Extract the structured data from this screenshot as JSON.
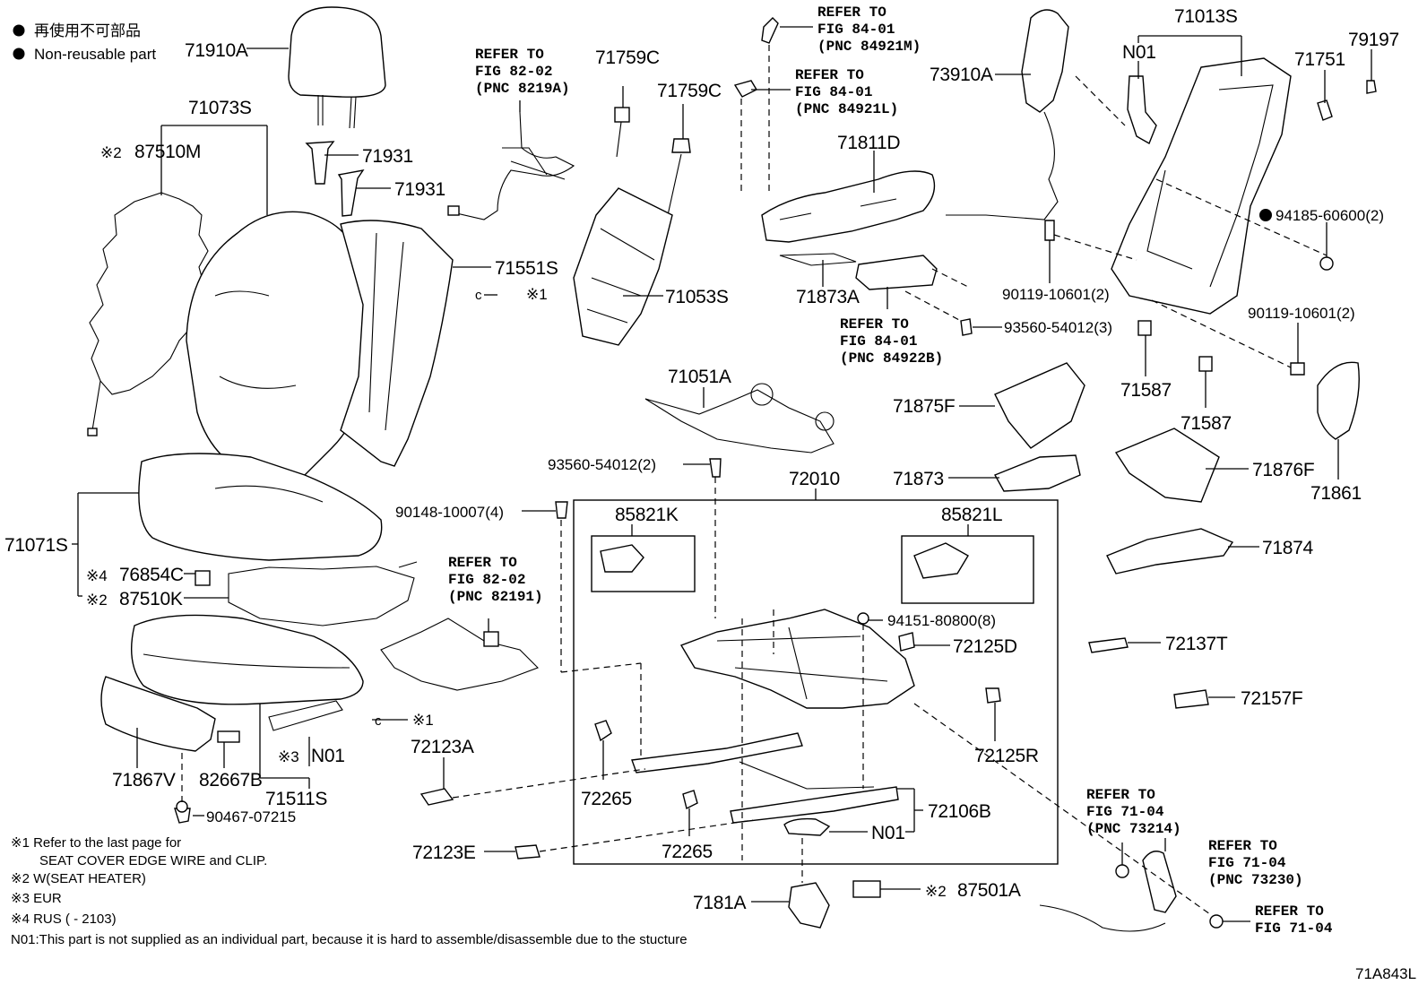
{
  "legend": {
    "reusable_jp": "再使用不可部品",
    "reusable_en": "Non-reusable part"
  },
  "labels": {
    "p71910A": "71910A",
    "p71073S": "71073S",
    "p87510M": "87510M",
    "p71931a": "71931",
    "p71931b": "71931",
    "p71551S": "71551S",
    "p71071S": "71071S",
    "p76854C": "76854C",
    "p87510K": "87510K",
    "p71867V": "71867V",
    "p82667B": "82667B",
    "pN01a": "N01",
    "p71511S": "71511S",
    "p90467": "90467-07215",
    "p71759C_a": "71759C",
    "p71759C_b": "71759C",
    "p71053S": "71053S",
    "p71811D": "71811D",
    "p71873A": "71873A",
    "p73910A": "73910A",
    "p71013S": "71013S",
    "pN01b": "N01",
    "p79197": "79197",
    "p71751": "71751",
    "p94185": "94185-60600(2)",
    "p90119a": "90119-10601(2)",
    "p90119b": "90119-10601(2)",
    "p93560a": "93560-54012(3)",
    "p71587a": "71587",
    "p71587b": "71587",
    "p71861": "71861",
    "p71051A": "71051A",
    "p71875F": "71875F",
    "p71873": "71873",
    "p71876F": "71876F",
    "p71874": "71874",
    "p93560b": "93560-54012(2)",
    "p72010": "72010",
    "p90148": "90148-10007(4)",
    "p85821K": "85821K",
    "p85821L": "85821L",
    "p94151": "94151-80800(8)",
    "p72125D": "72125D",
    "p72137T": "72137T",
    "p72157F": "72157F",
    "p72125R": "72125R",
    "p72123A": "72123A",
    "p72265a": "72265",
    "p72265b": "72265",
    "p72106B": "72106B",
    "pN01c": "N01",
    "p72123E": "72123E",
    "p7181A": "7181A",
    "p87501A": "87501A",
    "diagram_id": "71A843L"
  },
  "marks": {
    "m87510M": "※2",
    "m71551S": "※1",
    "m76854C": "※4",
    "m87510K": "※2",
    "mN01a": "※3",
    "m_clip": "※1",
    "m87501A": "※2"
  },
  "refs": {
    "r8219A": [
      "REFER TO",
      "FIG 82-02",
      "(PNC 8219A)"
    ],
    "r84921M": [
      "REFER TO",
      "FIG 84-01",
      "(PNC 84921M)"
    ],
    "r84921L": [
      "REFER TO",
      "FIG 84-01",
      "(PNC 84921L)"
    ],
    "r84922B": [
      "REFER TO",
      "FIG 84-01",
      "(PNC 84922B)"
    ],
    "r82191": [
      "REFER TO",
      "FIG 82-02",
      "(PNC 82191)"
    ],
    "r73214": [
      "REFER TO",
      "FIG 71-04",
      "(PNC 73214)"
    ],
    "r73230": [
      "REFER TO",
      "FIG 71-04",
      "(PNC 73230)"
    ],
    "r7104": [
      "REFER TO",
      "FIG 71-04"
    ]
  },
  "notes": [
    "※1 Refer to the last page for",
    "SEAT COVER EDGE WIRE and CLIP.",
    "※2 W(SEAT HEATER)",
    "※3 EUR",
    "※4 RUS (        - 2103)",
    "N01:This part is not supplied as an individual part, because it is hard to assemble/disassemble due to the stucture"
  ]
}
